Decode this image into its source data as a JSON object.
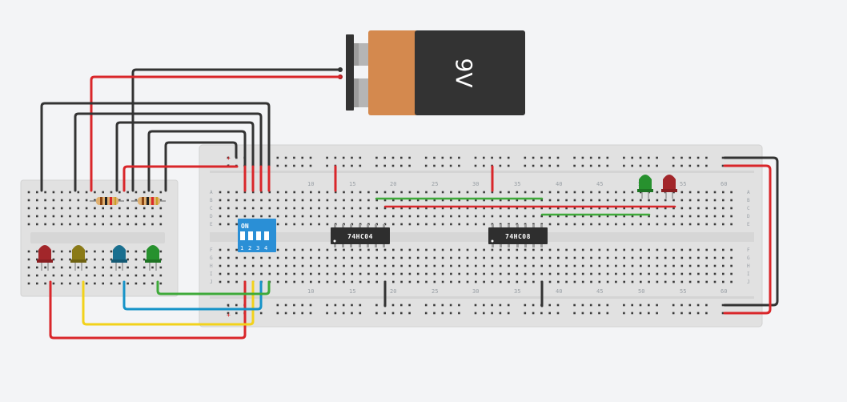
{
  "battery": {
    "label": "9V"
  },
  "main_board": {
    "column_numbers": [
      "10",
      "15",
      "20",
      "25",
      "30",
      "35",
      "40",
      "45",
      "50",
      "55",
      "60"
    ],
    "row_letters_top": [
      "A",
      "B",
      "C",
      "D",
      "E"
    ],
    "row_letters_bottom": [
      "F",
      "G",
      "H",
      "I",
      "J"
    ],
    "rail_plus": "+",
    "rail_minus": "-"
  },
  "chips": [
    {
      "label": "74HC04"
    },
    {
      "label": "74HC08"
    }
  ],
  "dip_switch": {
    "on_label": "ON",
    "switch_numbers": [
      "1",
      "2",
      "3",
      "4"
    ]
  },
  "colors": {
    "red_wire": "#d9262a",
    "black_wire": "#333333",
    "green_wire": "#3faa3a",
    "blue_wire": "#1693c8",
    "yellow_wire": "#f2d21b",
    "dip_blue": "#2a8fd6",
    "battery_orange": "#d4894e",
    "battery_black": "#333333"
  },
  "leds": [
    {
      "name": "led-red",
      "color": "#a2262a"
    },
    {
      "name": "led-olive",
      "color": "#8a7a18"
    },
    {
      "name": "led-blue",
      "color": "#1a6f8f"
    },
    {
      "name": "led-green",
      "color": "#27912e"
    },
    {
      "name": "led-green-output",
      "color": "#27912e"
    },
    {
      "name": "led-red-output",
      "color": "#a2262a"
    }
  ]
}
